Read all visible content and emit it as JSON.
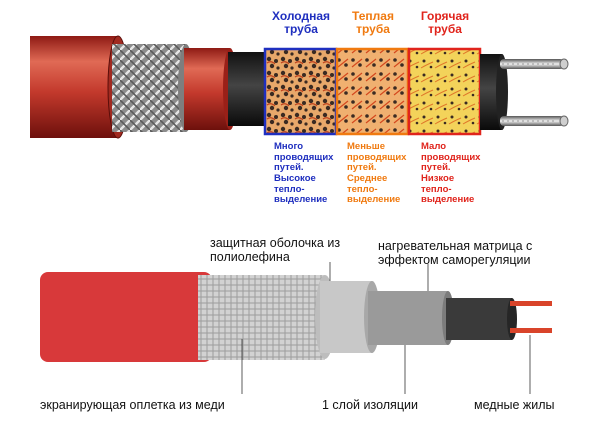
{
  "top_diagram": {
    "zones": [
      {
        "title_line1": "Холодная",
        "title_line2": "труба",
        "desc": [
          "Много",
          "проводящих",
          "путей.",
          "Высокое",
          "тепло-",
          "выделение"
        ],
        "color": "#1f2fbf"
      },
      {
        "title_line1": "Теплая",
        "title_line2": "труба",
        "desc": [
          "Меньше",
          "проводящих",
          "путей.",
          "Среднее",
          "тепло-",
          "выделение"
        ],
        "color": "#f07a10"
      },
      {
        "title_line1": "Горячая",
        "title_line2": "труба",
        "desc": [
          "Мало",
          "проводящих",
          "путей.",
          "Низкое",
          "тепло-",
          "выделение"
        ],
        "color": "#e0241c"
      }
    ]
  },
  "bottom_diagram": {
    "labels": {
      "jacket": "защитная оболочка из полиолефина",
      "jacket_line1": "защитная оболочка из",
      "jacket_line2": "полиолефина",
      "matrix_line1": "нагревательная матрица с",
      "matrix_line2": "эффектом саморегуляции",
      "braid": "экранирующая оплетка из меди",
      "insulation": "1 слой изоляции",
      "wires": "медные жилы"
    }
  },
  "colors": {
    "outer_jacket": "#d8393a",
    "braid": "#b8b8b8",
    "insulation": "#9a9a9a",
    "matrix": "#3a3a3a",
    "copper_wire": "#d9442a"
  }
}
